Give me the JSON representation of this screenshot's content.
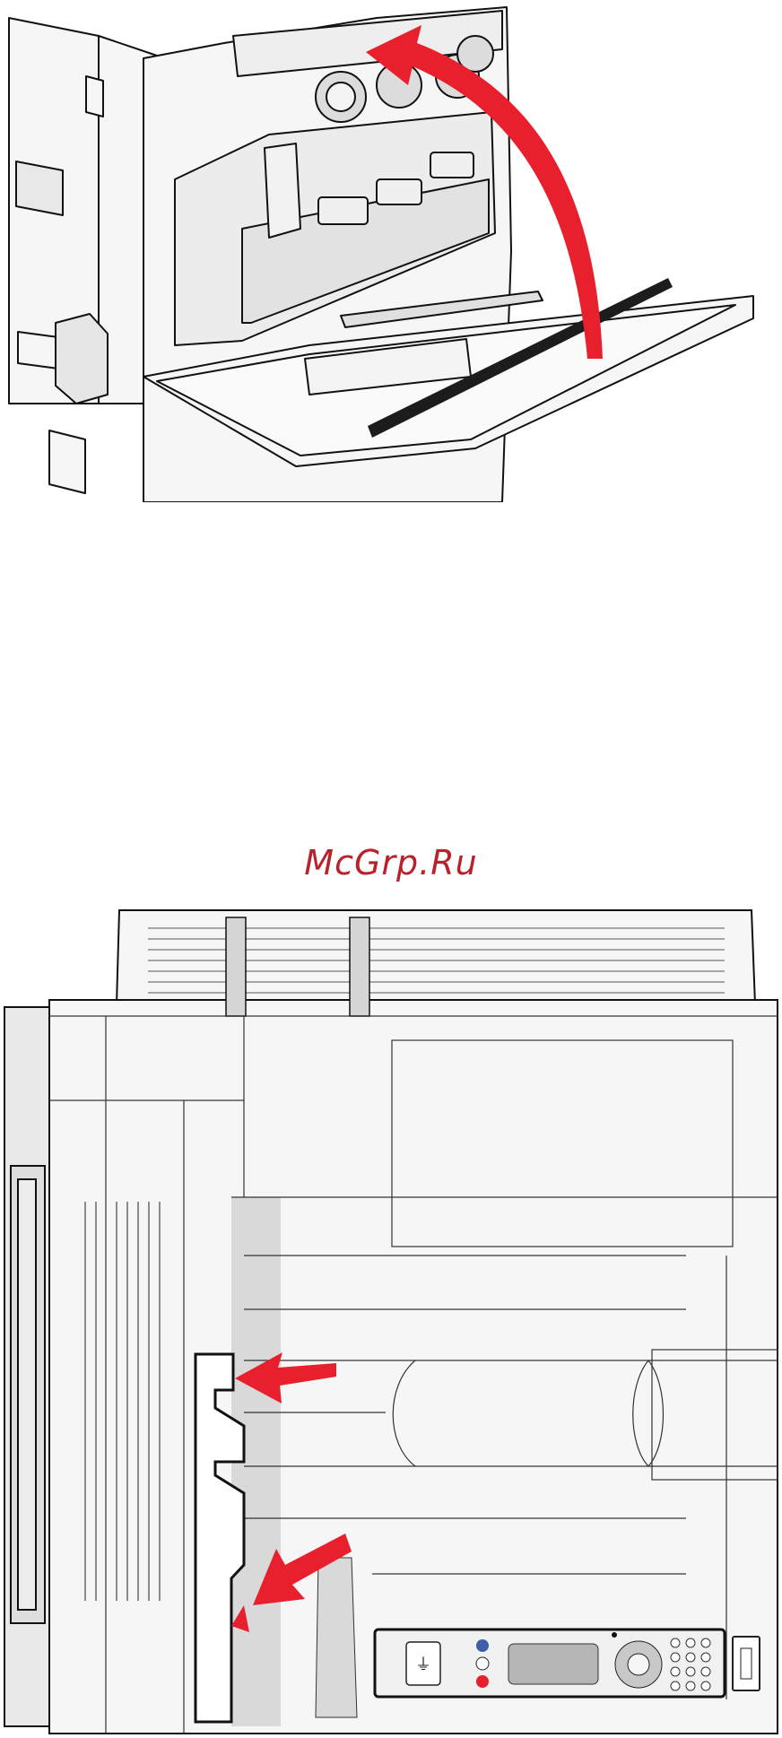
{
  "watermark": {
    "text": "McGrp.Ru"
  },
  "colors": {
    "arrow": "#e8202e",
    "line": "#111111",
    "panel": "#f6f6f6",
    "shade": "#d9d9d9",
    "watermark": "#b8232b"
  },
  "illustrations": {
    "top": {
      "subject": "printer-front-door-open",
      "arrow_icon": "curved-arrow-icon"
    },
    "bottom": {
      "subject": "printer-top-view",
      "arrow_icons": [
        "arrow-left-icon",
        "arrow-down-left-icon"
      ]
    }
  }
}
